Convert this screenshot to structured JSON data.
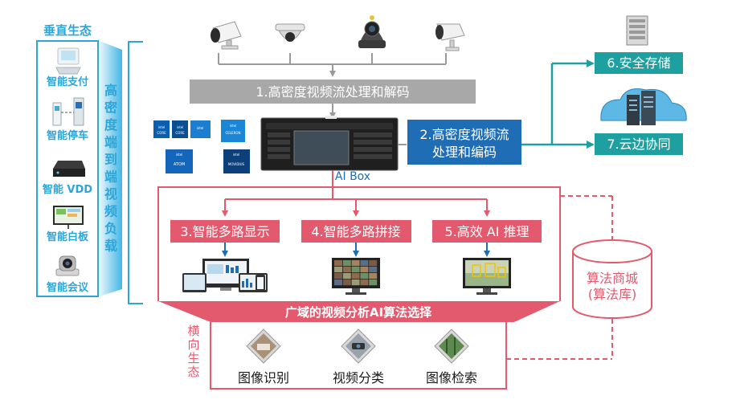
{
  "colors": {
    "vertical": "#2ba6d9",
    "horizontal": "#e35a6e",
    "teal": "#1e9fa0",
    "gray": "#a5a5a5",
    "blue": "#1e6db5",
    "dark": "#1a1a1a"
  },
  "vertical_ecosystem": {
    "title": "垂直生态",
    "items": [
      "智能支付",
      "智能停车",
      "智能 VDD",
      "智能白板",
      "智能会议"
    ],
    "banner_chars": [
      "高",
      "密",
      "度",
      "端",
      "到",
      "端",
      "视",
      "频",
      "负",
      "载"
    ]
  },
  "cameras": [
    "bullet-camera",
    "dome-camera",
    "ptz-camera",
    "box-camera"
  ],
  "chips": [
    "intel",
    "core",
    "intel",
    "core",
    "intel",
    "intel",
    "celeron",
    "intel",
    "atom",
    "intel",
    "movidius"
  ],
  "steps": {
    "s1": "1.高密度视频流处理和解码",
    "s2_line1": "2.高密度视频流",
    "s2_line2": "处理和编码",
    "s3": "3.智能多路显示",
    "s4": "4.智能多路拼接",
    "s5": "5.高效 AI 推理",
    "s6": "6.安全存储",
    "s7": "7.云边协同"
  },
  "aibox_label": "AI Box",
  "banner_label": "广域的视频分析AI算法选择",
  "algo_store": {
    "line1": "算法商城",
    "line2": "(算法库)"
  },
  "horizontal_ecosystem": {
    "chars": [
      "横",
      "向",
      "生",
      "态"
    ]
  },
  "algorithms": [
    "图像识别",
    "视频分类",
    "图像检索"
  ]
}
